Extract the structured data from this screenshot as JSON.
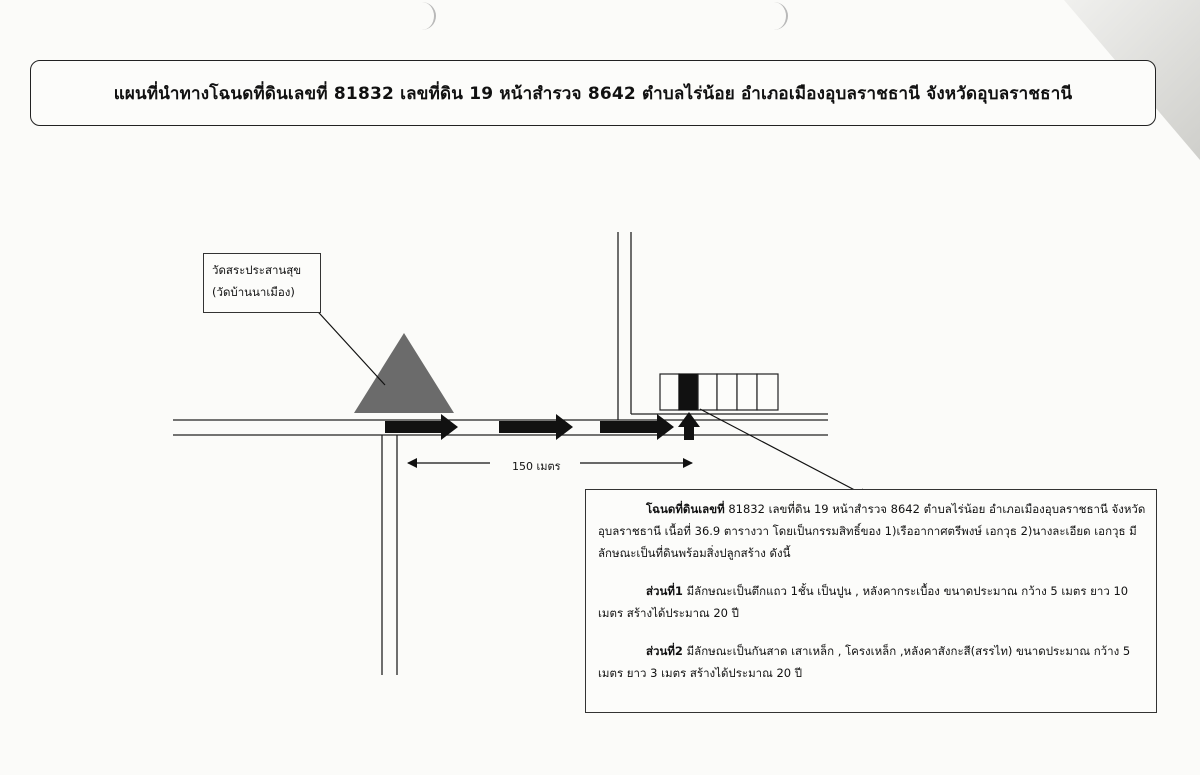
{
  "title": "แผนที่นำทางโฉนดที่ดินเลขที่ 81832 เลขที่ดิน 19 หน้าสำรวจ 8642 ตำบลไร่น้อย อำเภอเมืองอุบลราชธานี จังหวัดอุบลราชธานี",
  "temple": {
    "name": "วัดสระประสานสุข",
    "alt_name": "(วัดบ้านนาเมือง)"
  },
  "distance_label": "150 เมตร",
  "description": {
    "intro_bold": "โฉนดที่ดินเลขที่",
    "intro_text": " 81832 เลขที่ดิน 19 หน้าสำรวจ 8642 ตำบลไร่น้อย อำเภอเมืองอุบลราชธานี จังหวัดอุบลราชธานี เนื้อที่ 36.9 ตารางวา โดยเป็นกรรมสิทธิ์ของ 1)เรืออากาศตรีพงษ์ เอกวุธ 2)นางละเอียด เอกวุธ มีลักษณะเป็นที่ดินพร้อมสิ่งปลูกสร้าง ดังนี้",
    "part1_bold": "ส่วนที่1",
    "part1_text": " มีลักษณะเป็นตึกแถว 1ชั้น เป็นปูน , หลังคากระเบื้อง ขนาดประมาณ กว้าง 5 เมตร ยาว 10  เมตร สร้างได้ประมาณ 20 ปี",
    "part2_bold": "ส่วนที่2",
    "part2_text": " มีลักษณะเป็นกันสาด เสาเหล็ก , โครงเหล็ก ,หลังคาสังกะสี(สรรไท) ขนาดประมาณ กว้าง 5 เมตร ยาว 3 เมตร สร้างได้ประมาณ 20 ปี"
  },
  "colors": {
    "temple_marker": "#6b6b6b",
    "arrows": "#111111",
    "lines": "#222222"
  }
}
